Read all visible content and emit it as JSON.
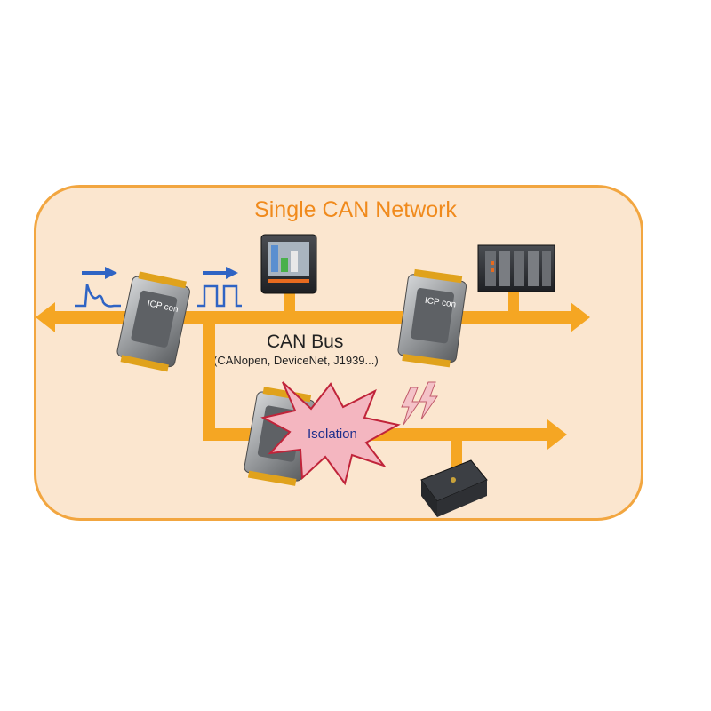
{
  "title": "Single CAN Network",
  "bus": {
    "label": "CAN Bus",
    "protocols": "(CANopen, DeviceNet, J1939...)"
  },
  "isolation_label": "Isolation",
  "device_brand": "ICP con",
  "colors": {
    "panel_fill": "#fbe6cf",
    "panel_border": "#f2a640",
    "bus": "#f5a623",
    "title": "#f08a1c",
    "signal": "#2f64c4",
    "starburst": "#f4b6c0",
    "starburst_border": "#c0243a",
    "lightning": "#f4c2c8"
  },
  "icons": [
    "right-arrow-icon",
    "lightning-icon",
    "starburst-icon",
    "hmi-panel-icon",
    "rack-controller-icon",
    "plc-icon",
    "can-module-icon"
  ]
}
